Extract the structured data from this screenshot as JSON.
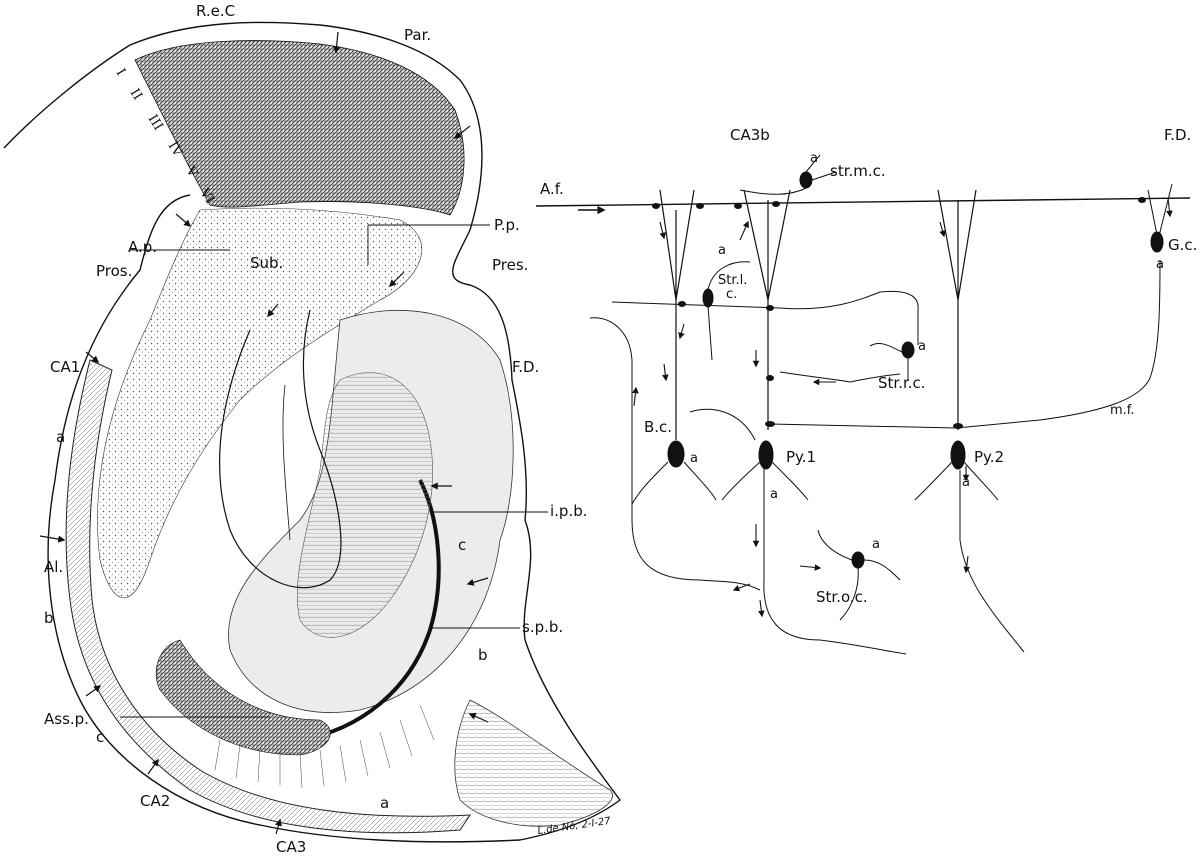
{
  "left_panel": {
    "labels": {
      "rec": "R.e.C",
      "par": "Par.",
      "ap": "A.p.",
      "pros": "Pros.",
      "sub": "Sub.",
      "pp": "P.p.",
      "pres": "Pres.",
      "fd": "F.D.",
      "ca1": "CA1",
      "a_upper": "a",
      "al": "Al.",
      "b_left": "b",
      "assp": "Ass.p.",
      "c_left": "c",
      "ca2": "CA2",
      "ca3": "CA3",
      "a_bottom": "a",
      "ipb": "i.p.b.",
      "c_right": "c",
      "spb": "s.p.b.",
      "b_right": "b"
    },
    "layers": [
      "I",
      "II",
      "III",
      "IV",
      "V",
      "VI"
    ],
    "signature": "L.de Nó, 2-I-27"
  },
  "right_panel": {
    "labels": {
      "ca3b": "CA3b",
      "fd": "F.D.",
      "af": "A.f.",
      "strmc": "str.m.c.",
      "gc": "G.c.",
      "strl": "Str.l.",
      "strl_c": "c.",
      "strrc": "Str.r.c.",
      "bc": "B.c.",
      "py1": "Py.1",
      "py2": "Py.2",
      "mf": "m.f.",
      "stroc": "Str.o.c.",
      "a": "a"
    }
  }
}
